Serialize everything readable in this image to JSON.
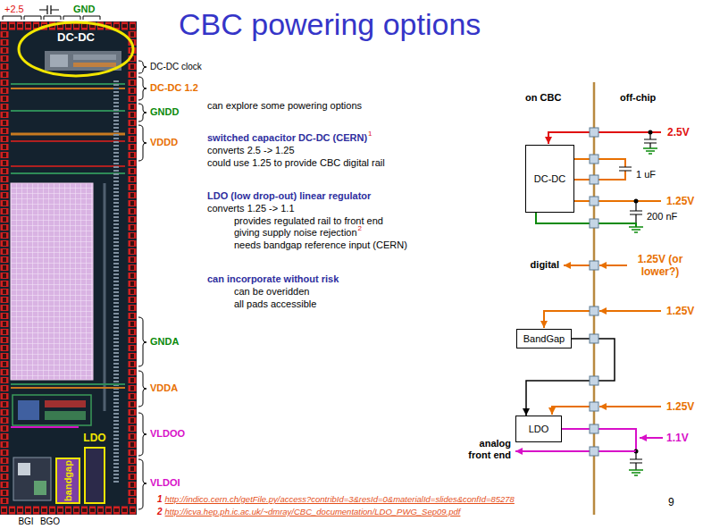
{
  "diagram": {
    "title": "CBC powering options",
    "nodes": [
      {
        "text": [
          "DC-DC"
        ]
      },
      {
        "text": [
          "bandgap"
        ]
      },
      {
        "text": [
          "LDO"
        ]
      },
      {
        "text": [
          "DC-DC"
        ]
      },
      {
        "text": [
          "BandGap"
        ]
      },
      {
        "text": [
          "LDO"
        ]
      }
    ],
    "edges": [
      {
        "from": 4,
        "to": 5,
        "arrow": "to"
      }
    ],
    "labels": [
      "+2.5",
      "GND",
      "DC-DC clock",
      "DC-DC 1.2",
      "GNDD",
      "VDDD",
      "GNDA",
      "VDDA",
      "VLDOO",
      "VLDOI",
      "BGI",
      "BGO",
      "can explore some powering options",
      "switched capacitor DC-DC (CERN)",
      "1",
      "converts 2.5 -> 1.25",
      "could use 1.25 to provide CBC digital rail",
      "LDO (low drop-out) linear regulator",
      "converts 1.25 -> 1.1",
      "provides regulated rail to front end",
      "giving supply noise rejection",
      "2",
      "needs bandgap reference input (CERN)",
      "can incorporate without risk",
      "can be overidden",
      "all pads accessible",
      "on CBC",
      "off-chip",
      "2.5V",
      "1 uF",
      "1.25V",
      "200 nF",
      "digital",
      "1.25V (or lower?)",
      "1.25V",
      "1.25V",
      "1.1V",
      "analog front end",
      "1",
      "http://indico.cern.ch/getFile.py/access?contribId=3&resId=0&materialId=slides&confId=85278",
      "2",
      "http://icva.hep.ph.ic.ac.uk/~dmray/CBC_documentation/LDO_PWG_Sep09.pdf",
      "9"
    ]
  }
}
